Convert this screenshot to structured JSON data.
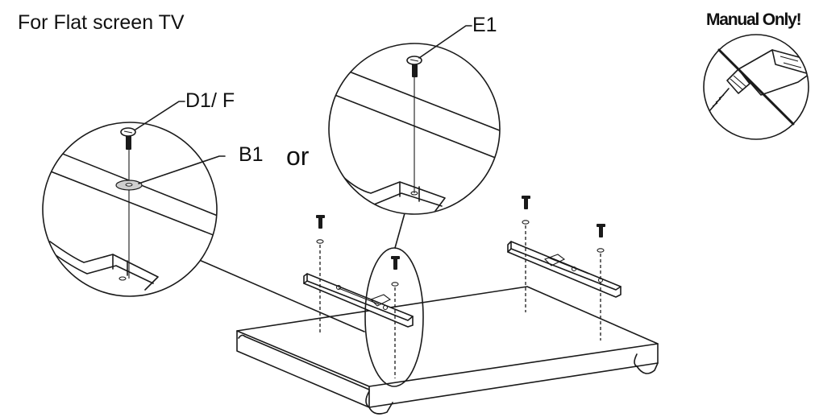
{
  "title": "For Flat screen TV",
  "labels": {
    "screw_top": "E1",
    "screw_left": "D1/ F",
    "washer": "B1",
    "or": "or",
    "manual": "Manual Only!"
  },
  "icons": {
    "no_power_drill": "no-power-drill-icon"
  }
}
